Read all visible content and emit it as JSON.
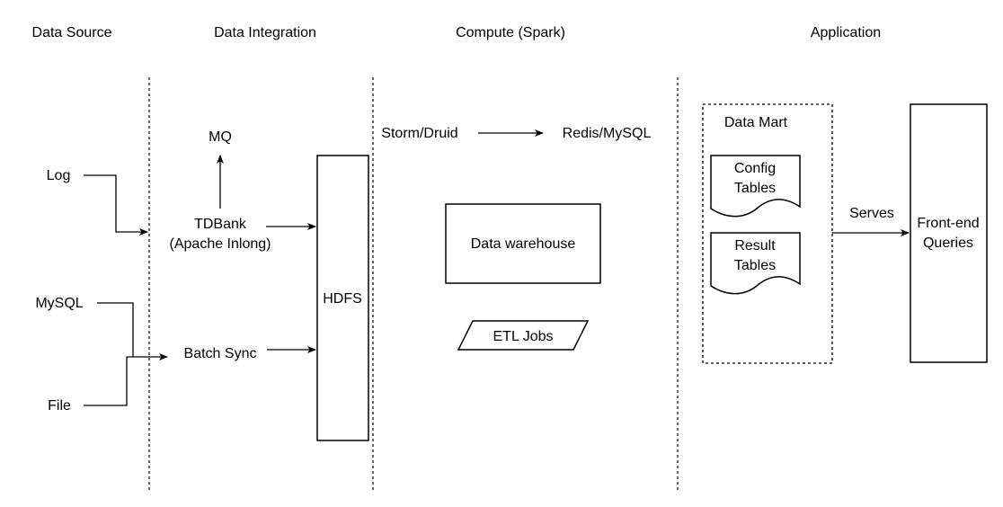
{
  "columns": {
    "data_source": "Data Source",
    "data_integration": "Data Integration",
    "compute": "Compute (Spark)",
    "application": "Application"
  },
  "sources": {
    "log": "Log",
    "mysql": "MySQL",
    "file": "File"
  },
  "integration": {
    "mq": "MQ",
    "tdbank_line1": "TDBank",
    "tdbank_line2": "(Apache Inlong)",
    "batch_sync": "Batch Sync"
  },
  "storage": {
    "hdfs": "HDFS"
  },
  "compute": {
    "storm_druid": "Storm/Druid",
    "redis_mysql": "Redis/MySQL",
    "data_warehouse": "Data warehouse",
    "etl_jobs": "ETL Jobs"
  },
  "application": {
    "data_mart": "Data Mart",
    "config_line1": "Config",
    "config_line2": "Tables",
    "result_line1": "Result",
    "result_line2": "Tables",
    "serves": "Serves",
    "frontend_line1": "Front-end",
    "frontend_line2": "Queries"
  }
}
